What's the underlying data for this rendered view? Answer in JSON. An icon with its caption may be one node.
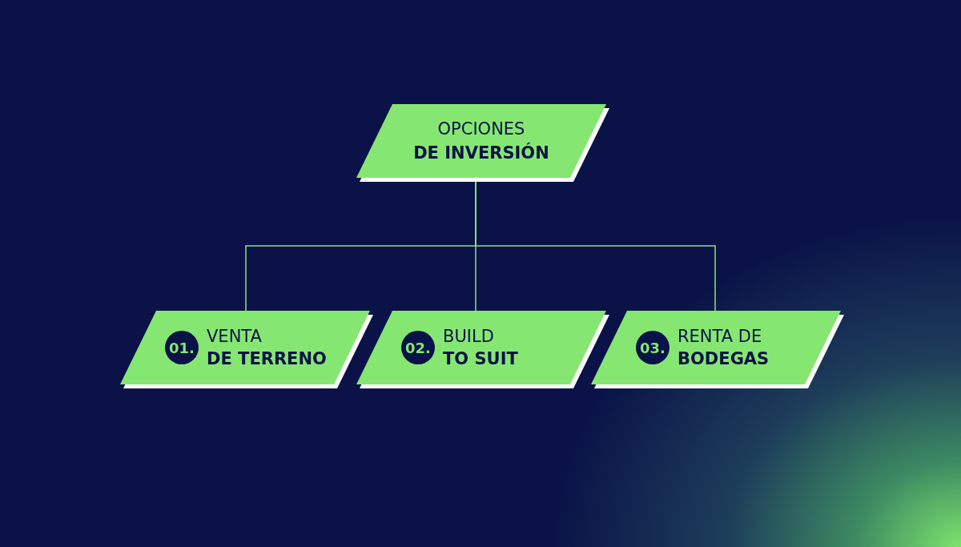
{
  "diagram": {
    "nodes": [
      {
        "text": [
          "OPCIONES",
          "DE INVERSIÓN"
        ]
      },
      {
        "text": [
          "01.",
          "VENTA",
          "DE TERRENO"
        ]
      },
      {
        "text": [
          "02.",
          "BUILD",
          "TO SUIT"
        ]
      },
      {
        "text": [
          "03.",
          "RENTA DE",
          "BODEGAS"
        ]
      }
    ],
    "edges": [
      {
        "from": 0,
        "to": 1,
        "arrow": "none"
      },
      {
        "from": 0,
        "to": 2,
        "arrow": "none"
      },
      {
        "from": 0,
        "to": 3,
        "arrow": "none"
      }
    ]
  }
}
